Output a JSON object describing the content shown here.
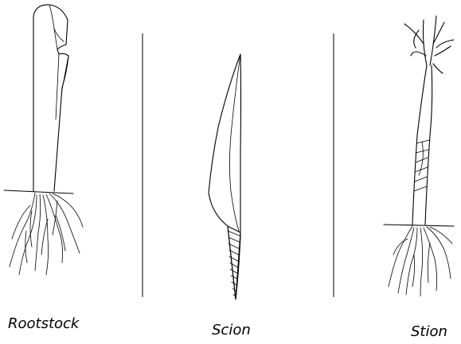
{
  "labels": {
    "rootstock": "Rootstock",
    "scion": "Scion",
    "stion": "Stion"
  }
}
